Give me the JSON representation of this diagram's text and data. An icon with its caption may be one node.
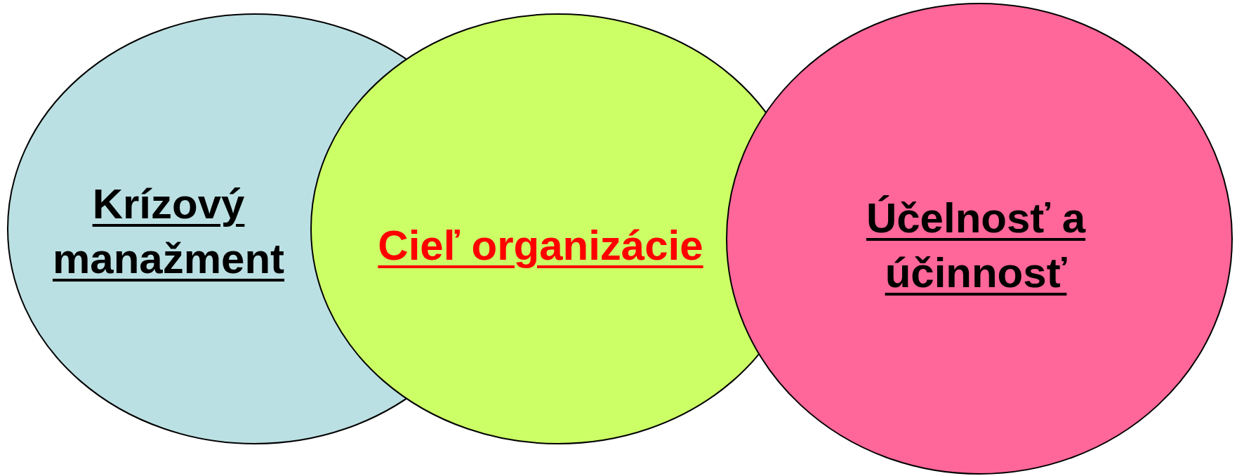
{
  "diagram": {
    "nodes": [
      {
        "text": [
          "Krízový manažment"
        ]
      },
      {
        "text": [
          "Cieľ organizácie"
        ]
      },
      {
        "text": [
          "Účelnosť a účinnosť"
        ]
      }
    ]
  }
}
